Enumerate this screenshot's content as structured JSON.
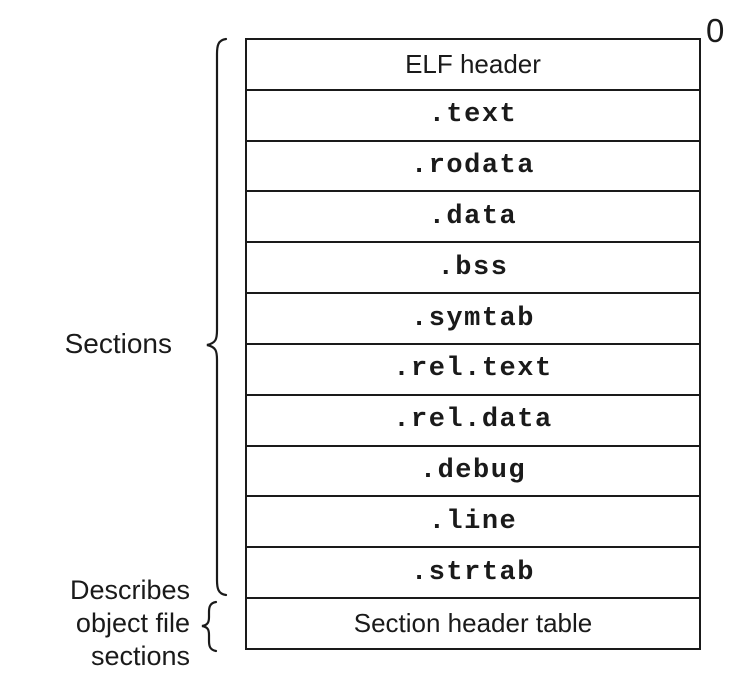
{
  "labels": {
    "offset_zero": "0",
    "sections_brace": "Sections",
    "describes_brace": [
      "Describes",
      "object file",
      "sections"
    ]
  },
  "elf_table": {
    "rows": [
      {
        "id": "elf-header",
        "label": "ELF header",
        "font": "sans"
      },
      {
        "id": "text",
        "label": ".text",
        "font": "mono"
      },
      {
        "id": "rodata",
        "label": ".rodata",
        "font": "mono"
      },
      {
        "id": "data",
        "label": ".data",
        "font": "mono"
      },
      {
        "id": "bss",
        "label": ".bss",
        "font": "mono"
      },
      {
        "id": "symtab",
        "label": ".symtab",
        "font": "mono"
      },
      {
        "id": "rel-text",
        "label": ".rel.text",
        "font": "mono"
      },
      {
        "id": "rel-data",
        "label": ".rel.data",
        "font": "mono"
      },
      {
        "id": "debug",
        "label": ".debug",
        "font": "mono"
      },
      {
        "id": "line",
        "label": ".line",
        "font": "mono"
      },
      {
        "id": "strtab",
        "label": ".strtab",
        "font": "mono"
      },
      {
        "id": "section-header-table",
        "label": "Section header table",
        "font": "sans"
      }
    ]
  },
  "colors": {
    "ink": "#1a1a1a",
    "background": "#ffffff"
  }
}
